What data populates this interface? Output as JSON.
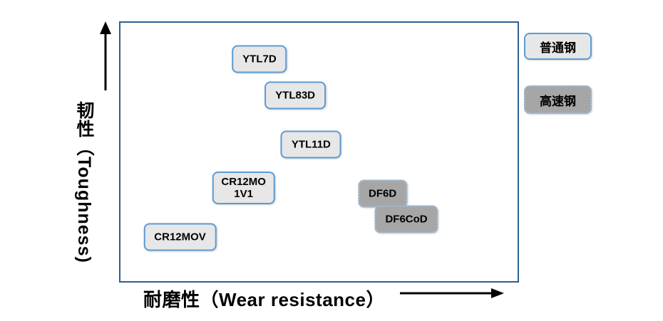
{
  "figure": {
    "background": "#ffffff",
    "plot_border_color": "#2f5f91",
    "arrow_color": "#000000",
    "text_color": "#000000"
  },
  "styles": {
    "ordinary": {
      "fill": "#e7e7e7",
      "border": "#5b9bd5",
      "border_style": "solid"
    },
    "high_speed": {
      "fill": "#a6a6a6",
      "border": "#9dc3e6",
      "border_style": "dotted"
    }
  },
  "legend": {
    "items": [
      {
        "label": "普通钢",
        "style": "ordinary"
      },
      {
        "label": "高速钢",
        "style": "high_speed"
      }
    ]
  },
  "chart_data": {
    "type": "scatter",
    "title": "",
    "xlabel": "耐磨性（Wear resistance）",
    "ylabel": "韧性（Toughness)",
    "axes_numeric": false,
    "grid": false,
    "legend_position": "outside-top-right",
    "x_range": [
      0,
      1
    ],
    "y_range": [
      0,
      1
    ],
    "series": [
      {
        "name": "普通钢",
        "style": "ordinary"
      },
      {
        "name": "高速钢",
        "style": "high_speed"
      }
    ],
    "points": [
      {
        "label": "YTL7D",
        "lines": [
          "YTL7D"
        ],
        "series": "ordinary",
        "x": 0.35,
        "y": 0.86
      },
      {
        "label": "YTL83D",
        "lines": [
          "YTL83D"
        ],
        "series": "ordinary",
        "x": 0.44,
        "y": 0.72
      },
      {
        "label": "YTL11D",
        "lines": [
          "YTL11D"
        ],
        "series": "ordinary",
        "x": 0.48,
        "y": 0.53
      },
      {
        "label": "CR12MO 1V1",
        "lines": [
          "CR12MO",
          "1V1"
        ],
        "series": "ordinary",
        "x": 0.31,
        "y": 0.36
      },
      {
        "label": "CR12MOV",
        "lines": [
          "CR12MOV"
        ],
        "series": "ordinary",
        "x": 0.15,
        "y": 0.17
      },
      {
        "label": "DF6D",
        "lines": [
          "DF6D"
        ],
        "series": "high_speed",
        "x": 0.66,
        "y": 0.34
      },
      {
        "label": "DF6CoD",
        "lines": [
          "DF6CoD"
        ],
        "series": "high_speed",
        "x": 0.72,
        "y": 0.24
      }
    ]
  }
}
